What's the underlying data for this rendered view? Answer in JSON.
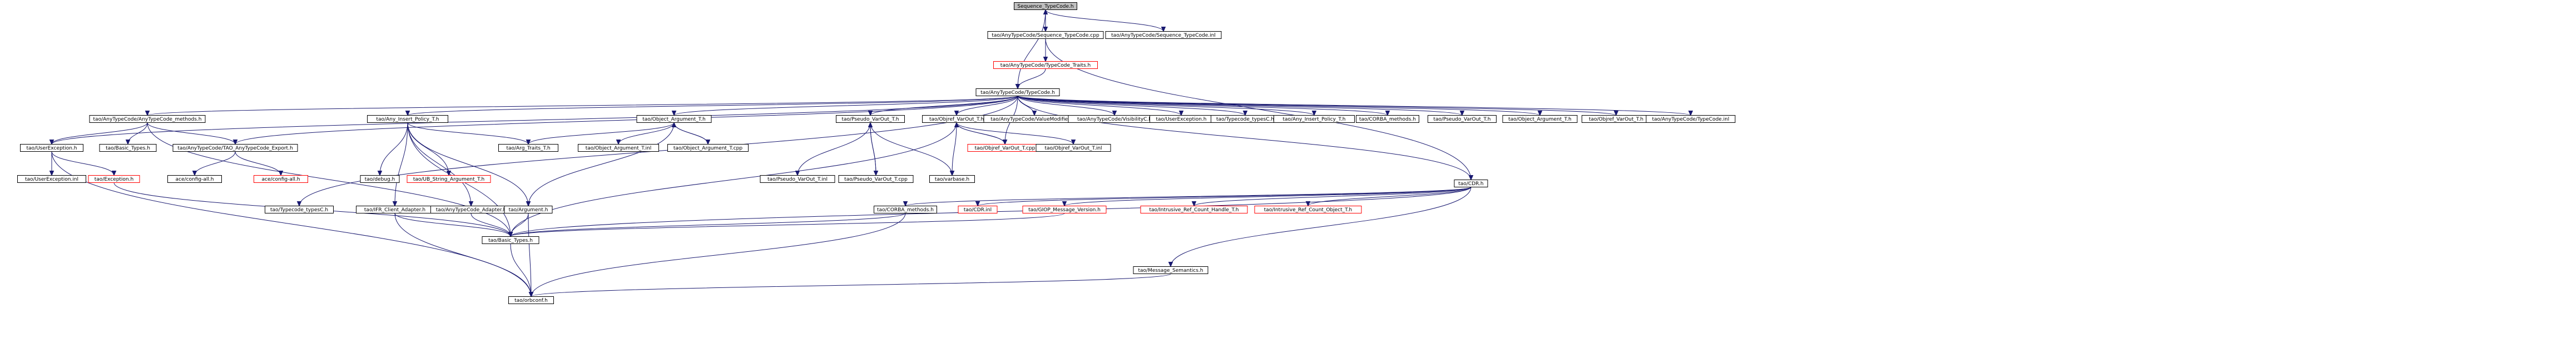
{
  "nodes": [
    {
      "id": "seq_h",
      "label": "Sequence_TypeCode.h",
      "focus": true
    },
    {
      "id": "seq_cpp",
      "label": "tao/AnyTypeCode/Sequence_TypeCode.cpp"
    },
    {
      "id": "seq_inl",
      "label": "tao/AnyTypeCode/Sequence_TypeCode.inl"
    },
    {
      "id": "traits",
      "label": "tao/AnyTypeCode/TypeCode_Traits.h",
      "missing": true
    },
    {
      "id": "tc_h",
      "label": "tao/AnyTypeCode/TypeCode.h"
    },
    {
      "id": "methods",
      "label": "tao/AnyTypeCode/AnyTypeCode_methods.h"
    },
    {
      "id": "aip_h",
      "label": "tao/Any_Insert_Policy_T.h"
    },
    {
      "id": "objarg_h",
      "label": "tao/Object_Argument_T.h"
    },
    {
      "id": "pvo_h",
      "label": "tao/Pseudo_VarOut_T.h"
    },
    {
      "id": "ovo_h",
      "label": "tao/Objref_VarOut_T.h"
    },
    {
      "id": "vmod",
      "label": "tao/AnyTypeCode/ValueModifierC.h"
    },
    {
      "id": "vis",
      "label": "tao/AnyTypeCode/VisibilityC.h"
    },
    {
      "id": "uexc1",
      "label": "tao/UserException.h"
    },
    {
      "id": "tctypes1",
      "label": "tao/Typecode_typesC.h"
    },
    {
      "id": "aip2",
      "label": "tao/Any_Insert_Policy_T.h"
    },
    {
      "id": "corbam1",
      "label": "tao/CORBA_methods.h"
    },
    {
      "id": "pvo2",
      "label": "tao/Pseudo_VarOut_T.h"
    },
    {
      "id": "objarg2",
      "label": "tao/Object_Argument_T.h"
    },
    {
      "id": "ovo2",
      "label": "tao/Objref_VarOut_T.h"
    },
    {
      "id": "tc_inl",
      "label": "tao/AnyTypeCode/TypeCode.inl"
    },
    {
      "id": "uexc2",
      "label": "tao/UserException.h"
    },
    {
      "id": "basic1",
      "label": "tao/Basic_Types.h"
    },
    {
      "id": "export",
      "label": "tao/AnyTypeCode/TAO_AnyTypeCode_Export.h"
    },
    {
      "id": "tctypes2",
      "label": "tao/Typecode_typesC.h"
    },
    {
      "id": "ifr",
      "label": "tao/IFR_Client_Adapter.h"
    },
    {
      "id": "debug",
      "label": "tao/debug.h"
    },
    {
      "id": "atc_adapter",
      "label": "tao/AnyTypeCode_Adapter.h"
    },
    {
      "id": "uib",
      "label": "tao/UB_String_Argument_T.h",
      "missing": true
    },
    {
      "id": "argtraits",
      "label": "tao/Arg_Traits_T.h"
    },
    {
      "id": "argument",
      "label": "tao/Argument.h"
    },
    {
      "id": "objarg_inl",
      "label": "tao/Object_Argument_T.inl"
    },
    {
      "id": "objarg_cpp",
      "label": "tao/Object_Argument_T.cpp"
    },
    {
      "id": "pvo_inl",
      "label": "tao/Pseudo_VarOut_T.inl"
    },
    {
      "id": "pvo_cpp",
      "label": "tao/Pseudo_VarOut_T.cpp"
    },
    {
      "id": "varbase",
      "label": "tao/varbase.h"
    },
    {
      "id": "ovo_cpp",
      "label": "tao/Objref_VarOut_T.cpp",
      "missing": true
    },
    {
      "id": "ovo_inl",
      "label": "tao/Objref_VarOut_T.inl"
    },
    {
      "id": "cdr_h",
      "label": "tao/CDR.h"
    },
    {
      "id": "uexc_inl",
      "label": "tao/UserException.inl"
    },
    {
      "id": "exc",
      "label": "tao/Exception.h",
      "missing": true
    },
    {
      "id": "acecfg1",
      "label": "ace/config-all.h"
    },
    {
      "id": "acecfg2",
      "label": "ace/config-all.h",
      "missing": true
    },
    {
      "id": "corbam2",
      "label": "tao/CORBA_methods.h"
    },
    {
      "id": "cdr_inl",
      "label": "tao/CDR.inl",
      "missing": true
    },
    {
      "id": "giop",
      "label": "tao/GIOP_Message_Version.h",
      "missing": true
    },
    {
      "id": "irch",
      "label": "tao/Intrusive_Ref_Count_Handle_T.h",
      "missing": true
    },
    {
      "id": "irco",
      "label": "tao/Intrusive_Ref_Count_Object_T.h",
      "missing": true
    },
    {
      "id": "basic2",
      "label": "tao/Basic_Types.h"
    },
    {
      "id": "msgsem",
      "label": "tao/Message_Semantics.h"
    },
    {
      "id": "orbconf",
      "label": "tao/orbconf.h"
    }
  ],
  "edges": [
    [
      "seq_h",
      "seq_cpp"
    ],
    [
      "seq_h",
      "seq_inl"
    ],
    [
      "seq_h",
      "tc_h"
    ],
    [
      "seq_cpp",
      "seq_h"
    ],
    [
      "seq_cpp",
      "traits"
    ],
    [
      "seq_cpp",
      "cdr_h"
    ],
    [
      "traits",
      "tc_h"
    ],
    [
      "tc_h",
      "methods"
    ],
    [
      "tc_h",
      "aip_h"
    ],
    [
      "tc_h",
      "objarg_h"
    ],
    [
      "tc_h",
      "pvo_h"
    ],
    [
      "tc_h",
      "ovo_h"
    ],
    [
      "tc_h",
      "vmod"
    ],
    [
      "tc_h",
      "vis"
    ],
    [
      "tc_h",
      "uexc1"
    ],
    [
      "tc_h",
      "tctypes1"
    ],
    [
      "tc_h",
      "aip2"
    ],
    [
      "tc_h",
      "corbam1"
    ],
    [
      "tc_h",
      "pvo2"
    ],
    [
      "tc_h",
      "objarg2"
    ],
    [
      "tc_h",
      "ovo2"
    ],
    [
      "tc_h",
      "tc_inl"
    ],
    [
      "tc_h",
      "uexc2"
    ],
    [
      "tc_h",
      "export"
    ],
    [
      "tc_h",
      "tctypes2"
    ],
    [
      "tc_h",
      "cdr_h"
    ],
    [
      "tc_h",
      "ovo_cpp"
    ],
    [
      "methods",
      "uexc2"
    ],
    [
      "methods",
      "basic1"
    ],
    [
      "methods",
      "export"
    ],
    [
      "methods",
      "basic2"
    ],
    [
      "aip_h",
      "debug"
    ],
    [
      "aip_h",
      "ifr"
    ],
    [
      "aip_h",
      "atc_adapter"
    ],
    [
      "aip_h",
      "uib"
    ],
    [
      "aip_h",
      "argtraits"
    ],
    [
      "aip_h",
      "argument"
    ],
    [
      "aip_h",
      "basic2"
    ],
    [
      "objarg_h",
      "argtraits"
    ],
    [
      "objarg_h",
      "objarg_inl"
    ],
    [
      "objarg_h",
      "objarg_cpp"
    ],
    [
      "objarg_h",
      "argument"
    ],
    [
      "objarg_cpp",
      "objarg_h"
    ],
    [
      "pvo_h",
      "pvo_inl"
    ],
    [
      "pvo_h",
      "pvo_cpp"
    ],
    [
      "pvo_h",
      "varbase"
    ],
    [
      "pvo_cpp",
      "pvo_h"
    ],
    [
      "ovo_h",
      "varbase"
    ],
    [
      "ovo_h",
      "ovo_cpp"
    ],
    [
      "ovo_h",
      "ovo_inl"
    ],
    [
      "ovo_h",
      "basic2"
    ],
    [
      "ovo_cpp",
      "ovo_h"
    ],
    [
      "uexc2",
      "uexc_inl"
    ],
    [
      "uexc2",
      "exc"
    ],
    [
      "uexc2",
      "orbconf"
    ],
    [
      "exc",
      "basic2"
    ],
    [
      "export",
      "acecfg1"
    ],
    [
      "export",
      "acecfg2"
    ],
    [
      "ifr",
      "basic2"
    ],
    [
      "ifr",
      "orbconf"
    ],
    [
      "atc_adapter",
      "basic2"
    ],
    [
      "argument",
      "basic2"
    ],
    [
      "argument",
      "orbconf"
    ],
    [
      "cdr_h",
      "corbam2"
    ],
    [
      "cdr_h",
      "cdr_inl"
    ],
    [
      "cdr_h",
      "giop"
    ],
    [
      "cdr_h",
      "irch"
    ],
    [
      "cdr_h",
      "irco"
    ],
    [
      "cdr_h",
      "msgsem"
    ],
    [
      "cdr_h",
      "basic2"
    ],
    [
      "corbam2",
      "basic2"
    ],
    [
      "corbam2",
      "orbconf"
    ],
    [
      "giop",
      "basic2"
    ],
    [
      "msgsem",
      "orbconf"
    ],
    [
      "basic2",
      "orbconf"
    ]
  ]
}
